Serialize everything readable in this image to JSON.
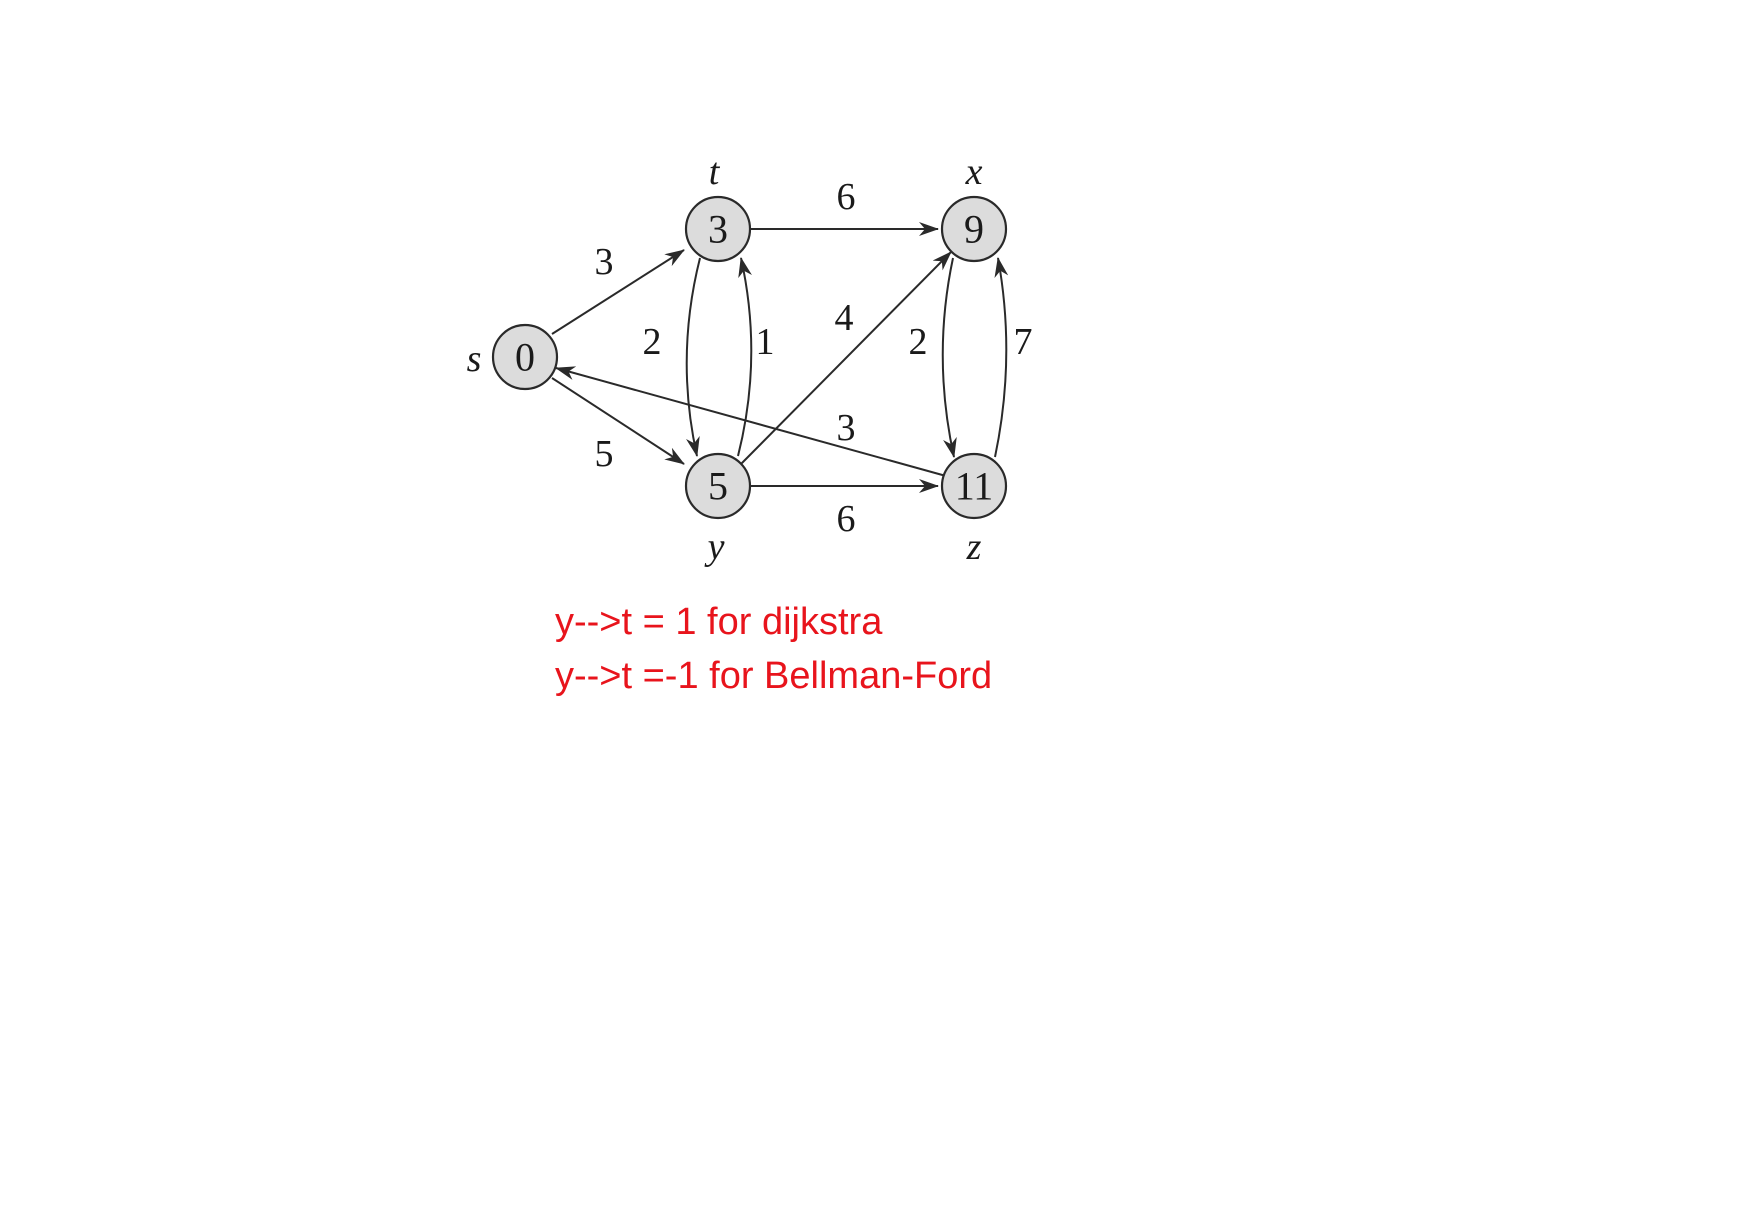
{
  "graph": {
    "nodes": [
      {
        "id": "s",
        "name": "s",
        "value": "0"
      },
      {
        "id": "t",
        "name": "t",
        "value": "3"
      },
      {
        "id": "x",
        "name": "x",
        "value": "9"
      },
      {
        "id": "y",
        "name": "y",
        "value": "5"
      },
      {
        "id": "z",
        "name": "z",
        "value": "11"
      }
    ],
    "edges": [
      {
        "from": "s",
        "to": "t",
        "weight": "3"
      },
      {
        "from": "s",
        "to": "y",
        "weight": "5"
      },
      {
        "from": "t",
        "to": "x",
        "weight": "6"
      },
      {
        "from": "t",
        "to": "y",
        "weight": "2"
      },
      {
        "from": "y",
        "to": "t",
        "weight": "1"
      },
      {
        "from": "y",
        "to": "x",
        "weight": "4"
      },
      {
        "from": "y",
        "to": "z",
        "weight": "6"
      },
      {
        "from": "x",
        "to": "z",
        "weight": "2"
      },
      {
        "from": "z",
        "to": "x",
        "weight": "7"
      },
      {
        "from": "z",
        "to": "s",
        "weight": "3"
      }
    ]
  },
  "notes": {
    "line1": "y-->t = 1 for dijkstra",
    "line2": "y-->t =-1 for Bellman-Ford",
    "color": "#e8141c"
  }
}
